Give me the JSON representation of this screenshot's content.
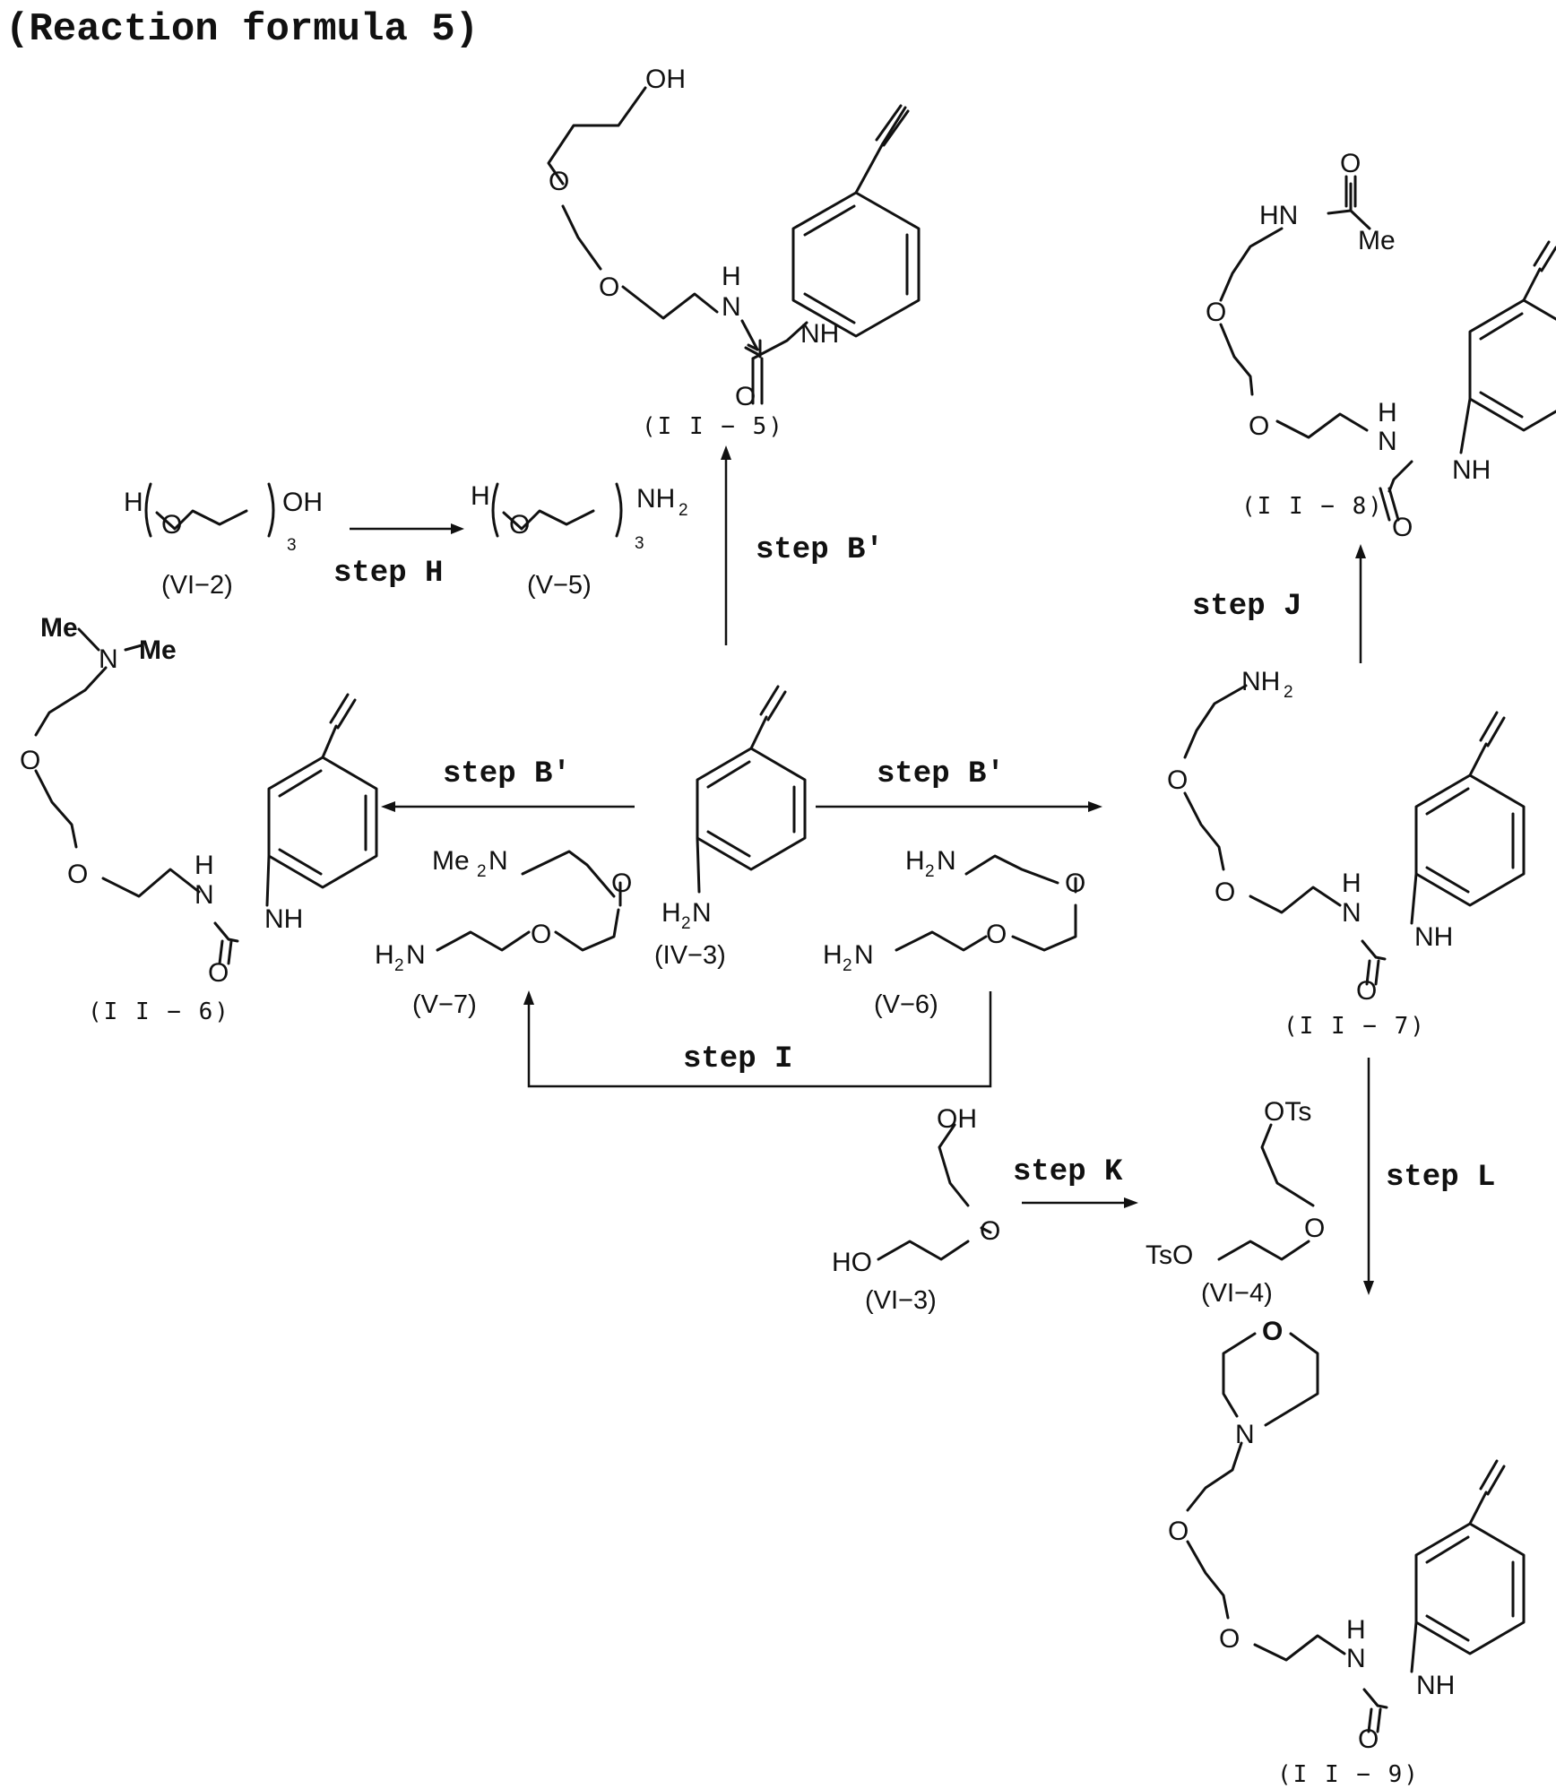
{
  "title": "(Reaction formula 5)",
  "steps": {
    "h": "step H",
    "b_up": "step B'",
    "b_left": "step B'",
    "b_right": "step B'",
    "i": "step I",
    "j": "step J",
    "k": "step K",
    "l": "step L"
  },
  "compounds": {
    "ii5": "(I I − 5)",
    "ii6": "(I I − 6)",
    "ii7": "(I I − 7)",
    "ii8": "(I I − 8)",
    "ii9": "(I I − 9)",
    "vi2": "(VI−2)",
    "v5": "(V−5)",
    "iv3": "(IV−3)",
    "v7": "(V−7)",
    "v6": "(V−6)",
    "vi3": "(VI−3)",
    "vi4": "(VI−4)"
  },
  "atoms": {
    "oh": "OH",
    "ho": "HO",
    "o": "O",
    "n": "N",
    "h": "H",
    "nh": "NH",
    "hn": "HN",
    "me": "Me",
    "nh2_main": "NH",
    "h2n_main": "H",
    "h2n_n": "N",
    "me2n_main": "Me",
    "me2n_n": "N",
    "sub2": "2",
    "sub3": "3",
    "ots": "OTs",
    "tso": "TsO"
  }
}
